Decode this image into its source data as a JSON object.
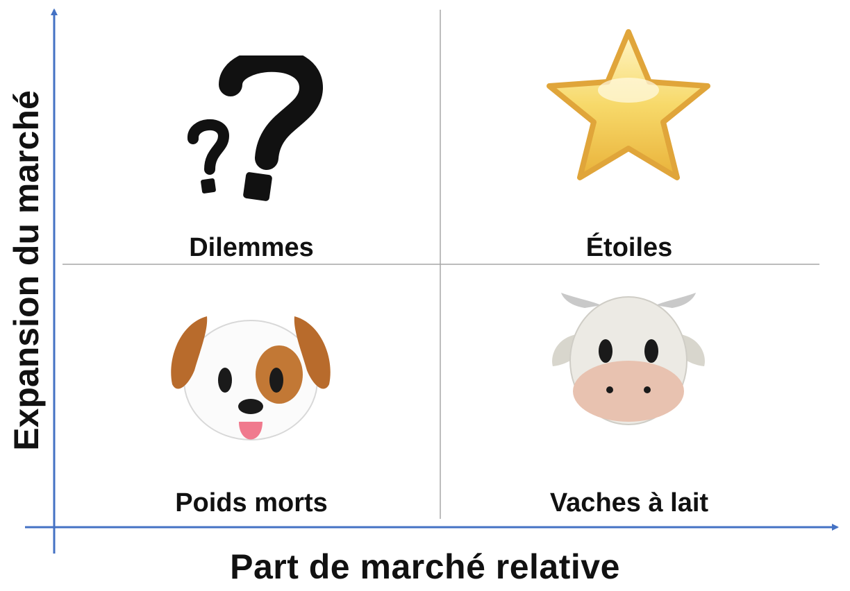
{
  "diagram": {
    "x_axis_label": "Part de marché relative",
    "y_axis_label": "Expansion du marché",
    "axis_color": "#4472c4",
    "divider_color": "#a6a6a6",
    "quadrants": [
      {
        "label": "Dilemmes",
        "icon": "double-question-mark-icon"
      },
      {
        "label": "Étoiles",
        "icon": "star-icon"
      },
      {
        "label": "Poids morts",
        "icon": "dog-face-icon"
      },
      {
        "label": "Vaches à lait",
        "icon": "cow-face-icon"
      }
    ]
  }
}
